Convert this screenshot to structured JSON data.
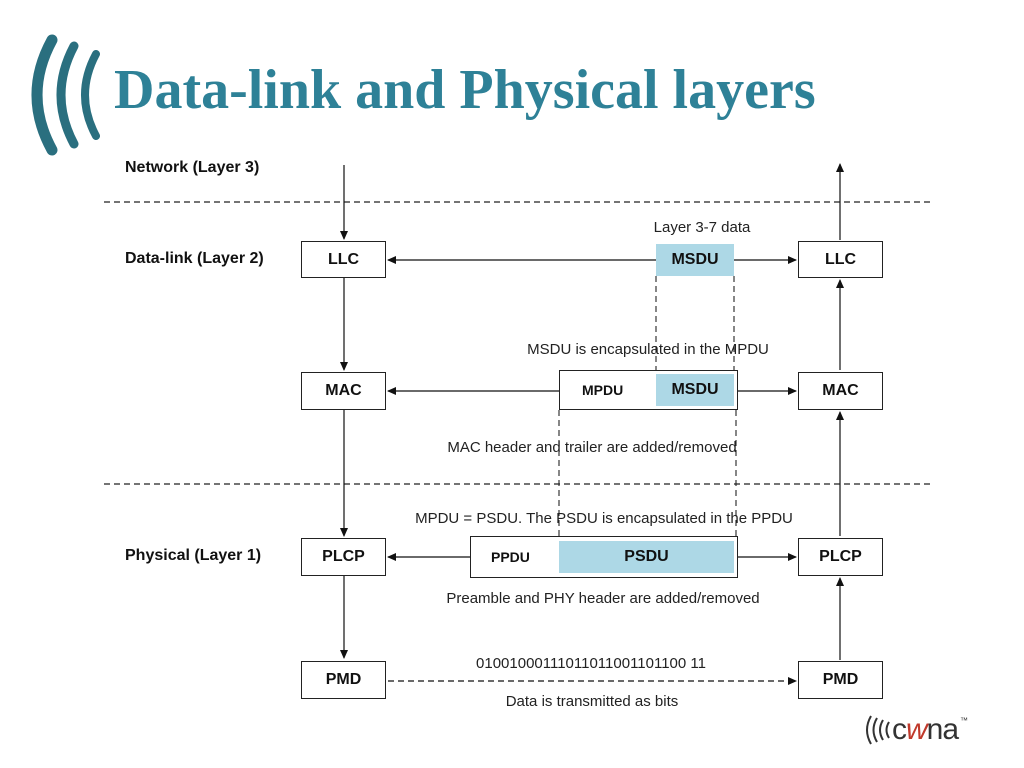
{
  "slide": {
    "title": "Data-link and Physical layers"
  },
  "layers": {
    "network": "Network (Layer 3)",
    "datalink": "Data-link (Layer 2)",
    "physical": "Physical (Layer 1)"
  },
  "left_stack": [
    "LLC",
    "MAC",
    "PLCP",
    "PMD"
  ],
  "right_stack": [
    "LLC",
    "MAC",
    "PLCP",
    "PMD"
  ],
  "frames": {
    "msdu": "MSDU",
    "mpdu": "MPDU",
    "mpdu_msdu": "MSDU",
    "ppdu": "PPDU",
    "psdu": "PSDU"
  },
  "captions": {
    "layer37": "Layer 3-7 data",
    "msdu_encap": "MSDU is encapsulated in the MPDU",
    "mac_header": "MAC header and trailer are added/removed",
    "mpdu_psdu": "MPDU = PSDU. The PSDU is encapsulated in the PPDU",
    "preamble": "Preamble and PHY header are added/removed",
    "bits": "01001000111011011001101100 11",
    "transmitted": "Data is transmitted as bits"
  },
  "logo": {
    "wordmark_c": "c",
    "wordmark_w": "w",
    "wordmark_na": "na",
    "trademark": "™"
  },
  "colors": {
    "title": "#2e8197",
    "shade": "#add8e6",
    "logo_arcs": "#2a6f7f",
    "logo_w": "#c0392b"
  }
}
